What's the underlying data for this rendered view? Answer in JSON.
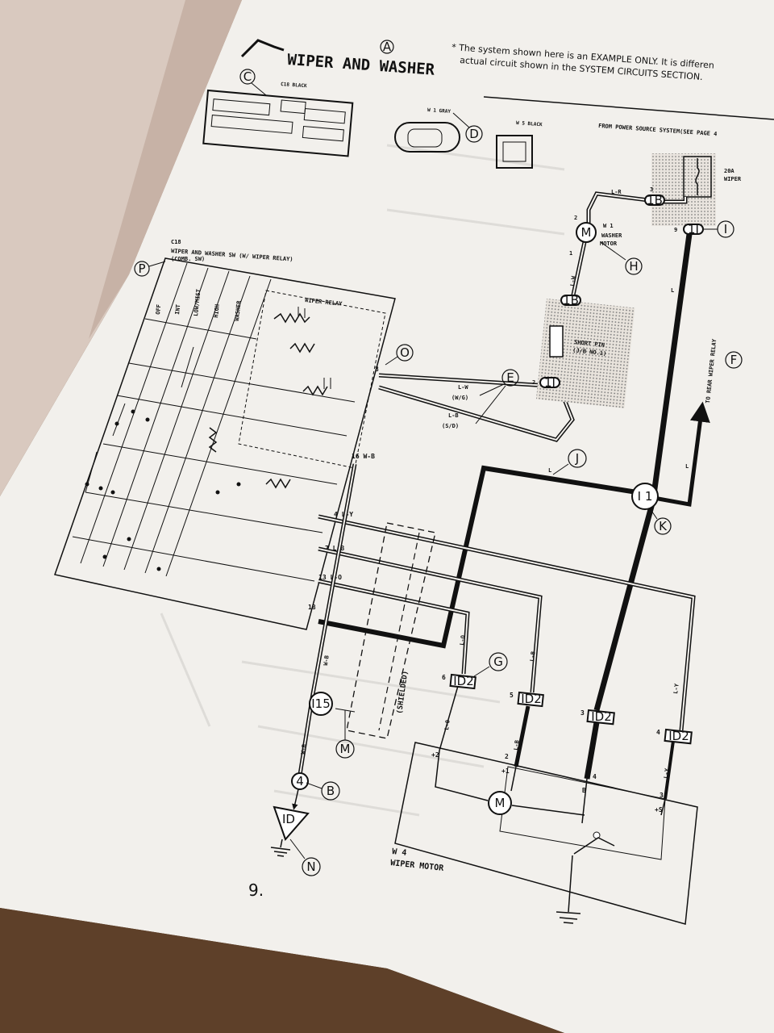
{
  "title": "WIPER AND WASHER",
  "note_line1": "* The system shown here is an EXAMPLE ONLY. It is differen",
  "note_line2": "actual circuit shown in the SYSTEM CIRCUITS SECTION.",
  "power_source": "FROM POWER SOURCE SYSTEM(SEE PAGE 4",
  "page_number": "9.",
  "connectors": {
    "c18": "C18 BLACK",
    "w1": "W 1 GRAY",
    "w5": "W 5 BLACK"
  },
  "fuse": {
    "rating": "20A",
    "name": "WIPER"
  },
  "switch": {
    "id": "C18",
    "name_line1": "WIPER AND WASHER SW (W/ WIPER RELAY)",
    "name_line2": "(COMB. SW)",
    "columns": [
      "OFF",
      "INT",
      "LOW/MIST",
      "HIGH",
      "WASHER"
    ],
    "relay": "WIPER RELAY"
  },
  "washer_motor": {
    "id": "W 1",
    "line1": "WASHER",
    "line2": "MOTOR"
  },
  "short_pin": {
    "line1": "SHORT PIN",
    "line2": "(J/B NO.1)"
  },
  "wiper_motor": {
    "id": "W 4",
    "name": "WIPER MOTOR"
  },
  "rear_relay": "TO REAR WIPER RELAY",
  "shielded": "(SHIELDED)",
  "wires": {
    "lr": "L-R",
    "lw": "L-W",
    "lw_paren": "(W/G)",
    "lb": "L-B",
    "sd_paren": "(S/D)",
    "l": "L",
    "lo": "L-O",
    "ly": "L-Y",
    "wb": "W-B",
    "p16": "16 W-B",
    "p4": "4 L-Y",
    "p7": "7 L-B",
    "p13": "13 L-O",
    "p18": "18"
  },
  "junctions": {
    "j1b_3": "1B",
    "j1i_9": "1I",
    "j1b_1": "1B",
    "j1i_2": "1I",
    "i1": "I 1",
    "i15": "I15",
    "ground_id": "ID",
    "b4": "4",
    "id2_6": "ID2",
    "id2_5": "ID2",
    "id2_3": "ID2",
    "id2_4": "ID2"
  },
  "pins": {
    "p3": "3",
    "p9": "9",
    "p2": "2",
    "p1": "1",
    "p6": "6",
    "p5": "5",
    "p4": "4",
    "m_plus2": "+2",
    "m_plus1": "+1",
    "m_b": "B",
    "m_plus_s": "+S",
    "m_2": "2",
    "m_4": "4",
    "m_3": "3",
    "p8": "8",
    "m_2b": "2"
  },
  "callouts": [
    "A",
    "B",
    "C",
    "D",
    "E",
    "F",
    "G",
    "H",
    "I",
    "J",
    "K",
    "M",
    "N",
    "O",
    "P"
  ]
}
